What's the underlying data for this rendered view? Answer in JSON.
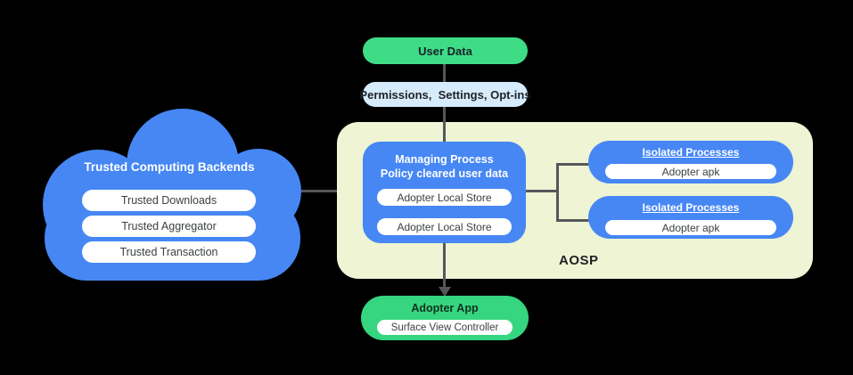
{
  "colors": {
    "background": "#000000",
    "node_blue": "#4687f4",
    "aosp_background": "#eef4d4",
    "user_data_green": "#3edc85",
    "adopter_app_green": "#35d67f",
    "permissions_light_blue": "#d6ebfc",
    "connector_line": "#54575a",
    "dark_text": "#1f2125",
    "pill_text": "#3c4043"
  },
  "nodes": {
    "user_data": {
      "label": "User Data"
    },
    "permissions": {
      "label": "Permissions,  Settings, Opt-ins"
    },
    "cloud": {
      "title": "Trusted Computing Backends",
      "items": [
        "Trusted Downloads",
        "Trusted Aggregator",
        "Trusted Transaction"
      ]
    },
    "aosp": {
      "label": "AOSP",
      "managing_process": {
        "title_line1": "Managing Process",
        "title_line2": "Policy cleared user data",
        "stores": [
          "Adopter Local Store",
          "Adopter Local Store"
        ]
      },
      "isolated_processes": [
        {
          "title": "Isolated Processes",
          "item": "Adopter apk"
        },
        {
          "title": "Isolated Processes",
          "item": "Adopter apk"
        }
      ]
    },
    "adopter_app": {
      "title": "Adopter App",
      "item": "Surface View Controller"
    }
  }
}
